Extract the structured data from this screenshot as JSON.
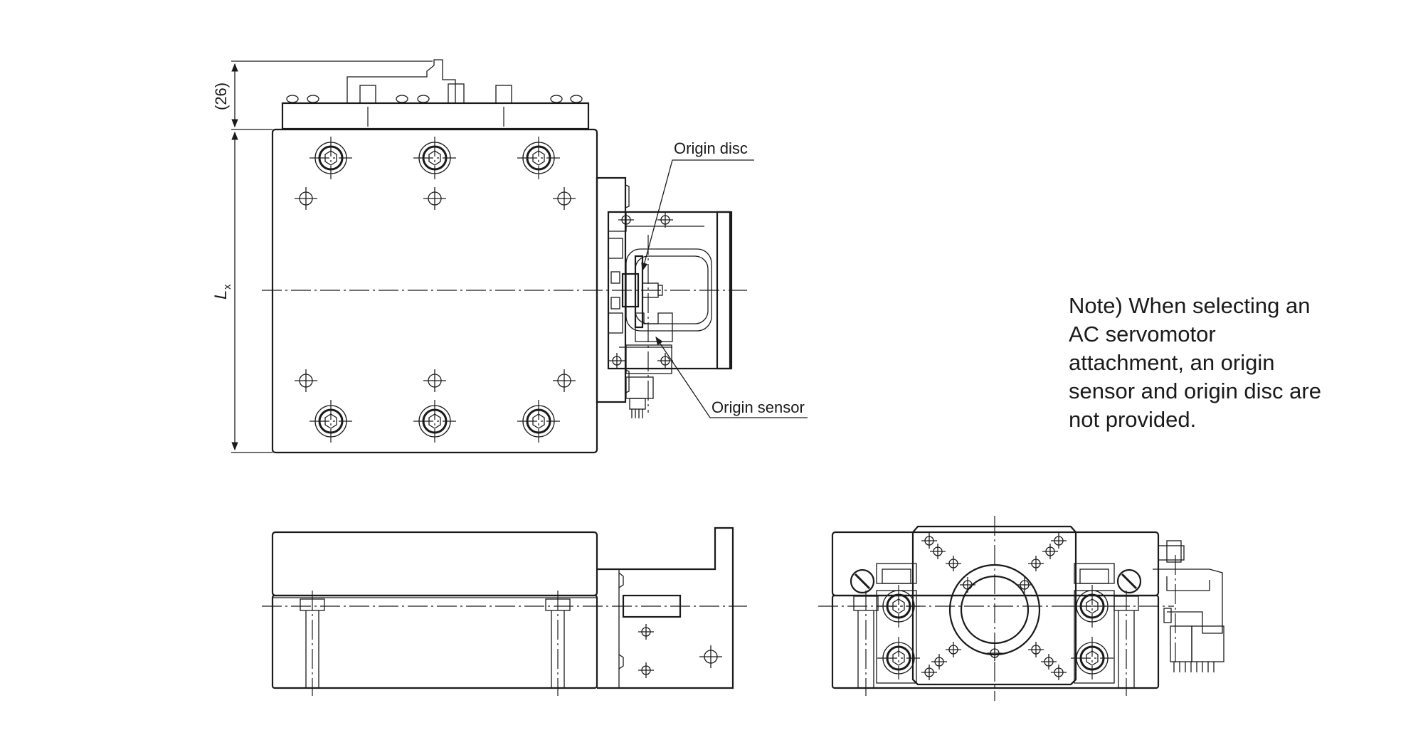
{
  "labels": {
    "origin_disc": "Origin disc",
    "origin_sensor": "Origin sensor",
    "dim_26": "(26)",
    "dim_lx_main": "L",
    "dim_lx_sub": "x"
  },
  "note": {
    "lines": [
      "Note) When selecting an",
      "AC servomotor",
      "attachment, an origin",
      "sensor and origin disc are",
      "not provided."
    ]
  },
  "colors": {
    "line": "#1a1a1a",
    "background": "#ffffff"
  }
}
